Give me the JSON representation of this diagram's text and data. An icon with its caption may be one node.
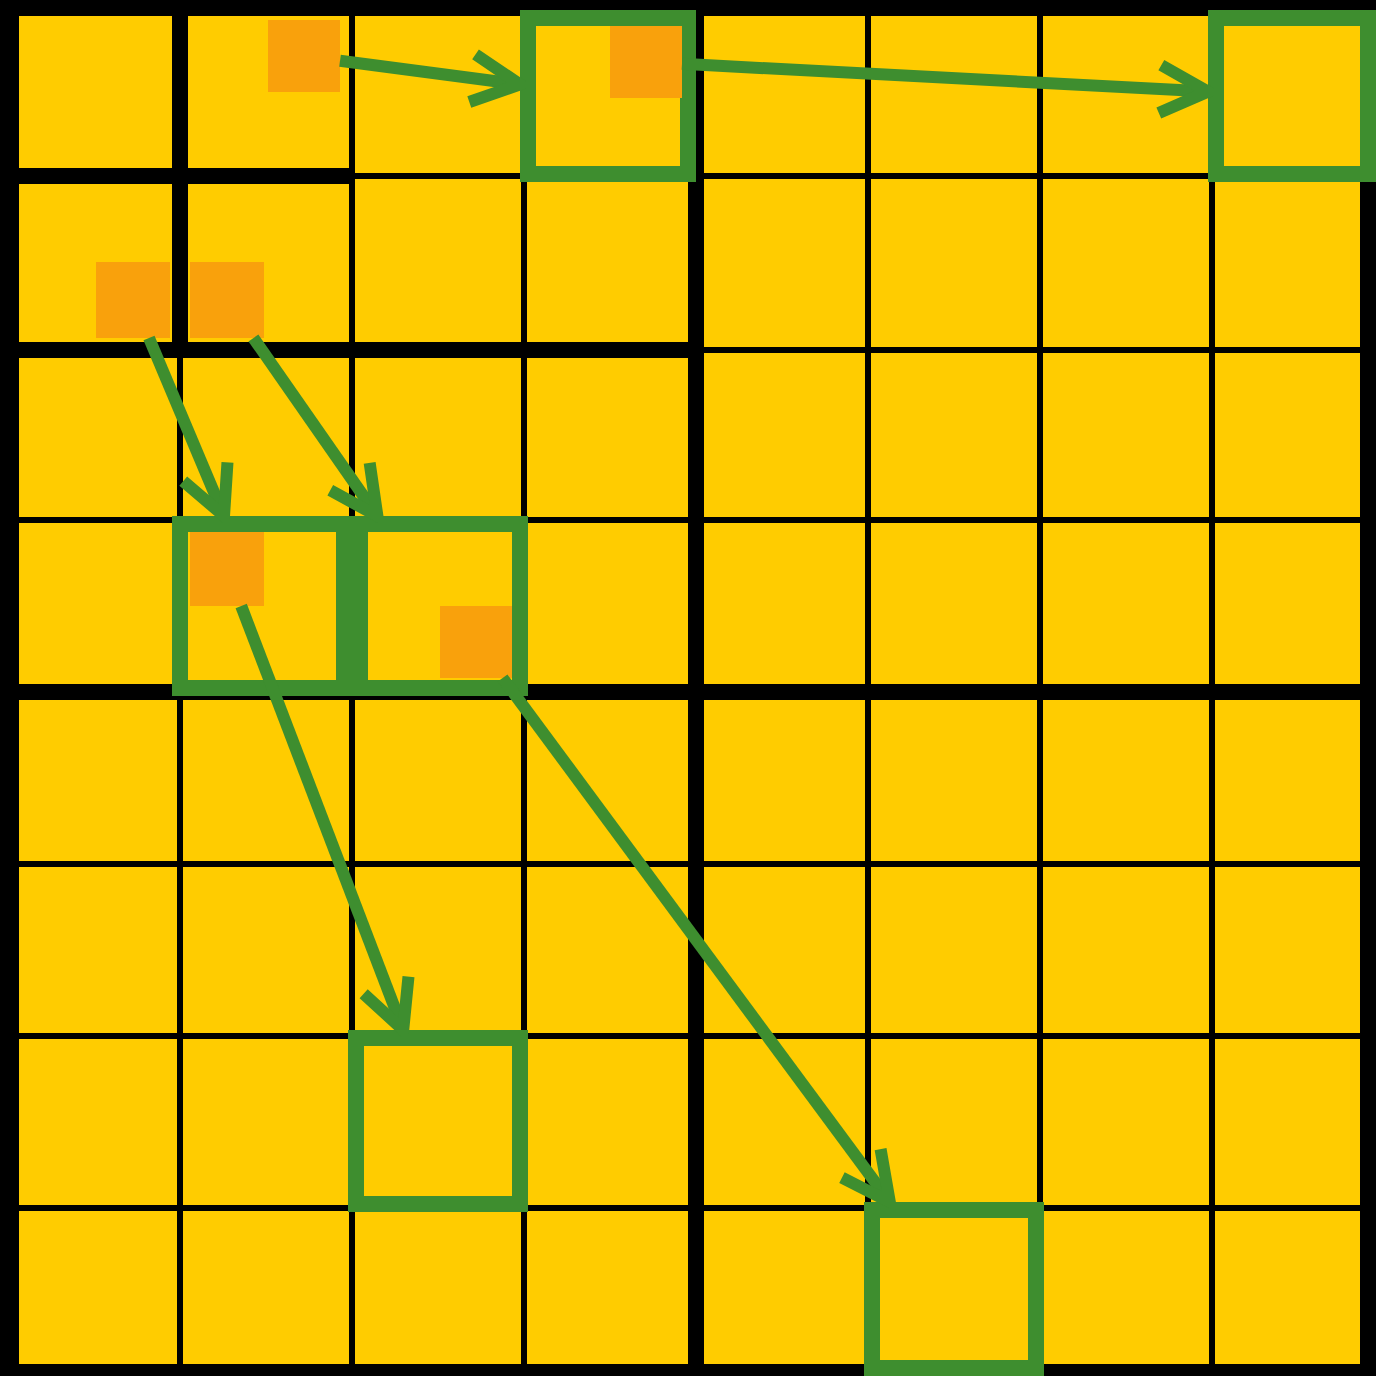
{
  "diagram": {
    "nodes": [
      {
        "text": [],
        "shape": "box"
      },
      {
        "text": [],
        "shape": "box"
      },
      {
        "text": [],
        "shape": "box",
        "in": 1
      },
      {
        "text": [],
        "shape": "box"
      },
      {
        "text": [],
        "shape": "box"
      },
      {
        "text": [],
        "shape": "box"
      },
      {
        "text": [],
        "shape": "box"
      },
      {
        "text": [],
        "shape": "box",
        "in": 6
      },
      {
        "text": [],
        "shape": "box"
      },
      {
        "text": [],
        "shape": "box",
        "in": 8
      },
      {
        "text": [],
        "shape": "box"
      },
      {
        "text": [],
        "shape": "box"
      }
    ],
    "edges": [
      {
        "from": 0,
        "to": 1,
        "arrow": "to"
      },
      {
        "from": 2,
        "to": 3,
        "arrow": "to"
      },
      {
        "from": 4,
        "to": 6,
        "arrow": "to"
      },
      {
        "from": 5,
        "to": 8,
        "arrow": "to"
      },
      {
        "from": 7,
        "to": 10,
        "arrow": "to"
      },
      {
        "from": 9,
        "to": 11,
        "arrow": "to"
      }
    ]
  }
}
